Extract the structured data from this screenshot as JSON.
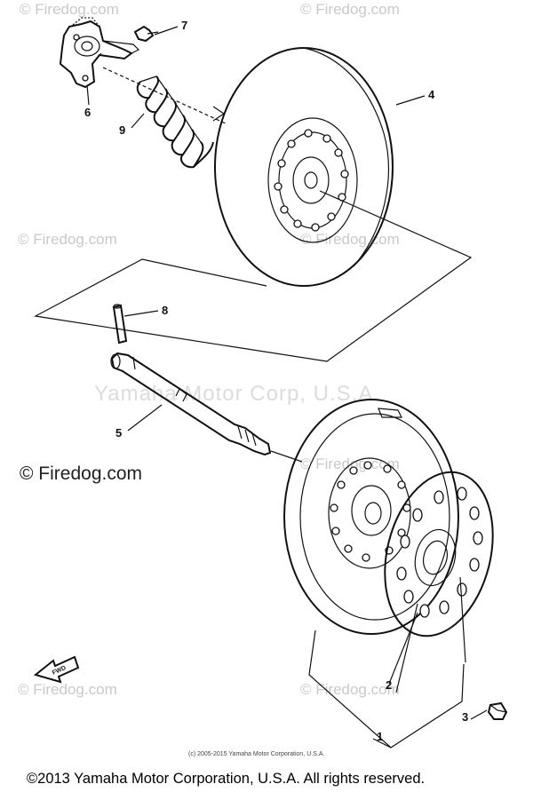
{
  "callouts": {
    "c1": "1",
    "c2": "2",
    "c3": "3",
    "c4": "4",
    "c5": "5",
    "c6": "6",
    "c7": "7",
    "c8": "8",
    "c9": "9"
  },
  "watermarks": {
    "firedog": "© Firedog.com",
    "yamaha": "Yamaha Motor Corp, U.S.A."
  },
  "front_arrow_label": "FWD",
  "small_copyright": "(c) 2005-2015 Yamaha Motor Corporation, U.S.A.",
  "footer_copyright": "©2013 Yamaha Motor Corporation, U.S.A. All rights reserved."
}
